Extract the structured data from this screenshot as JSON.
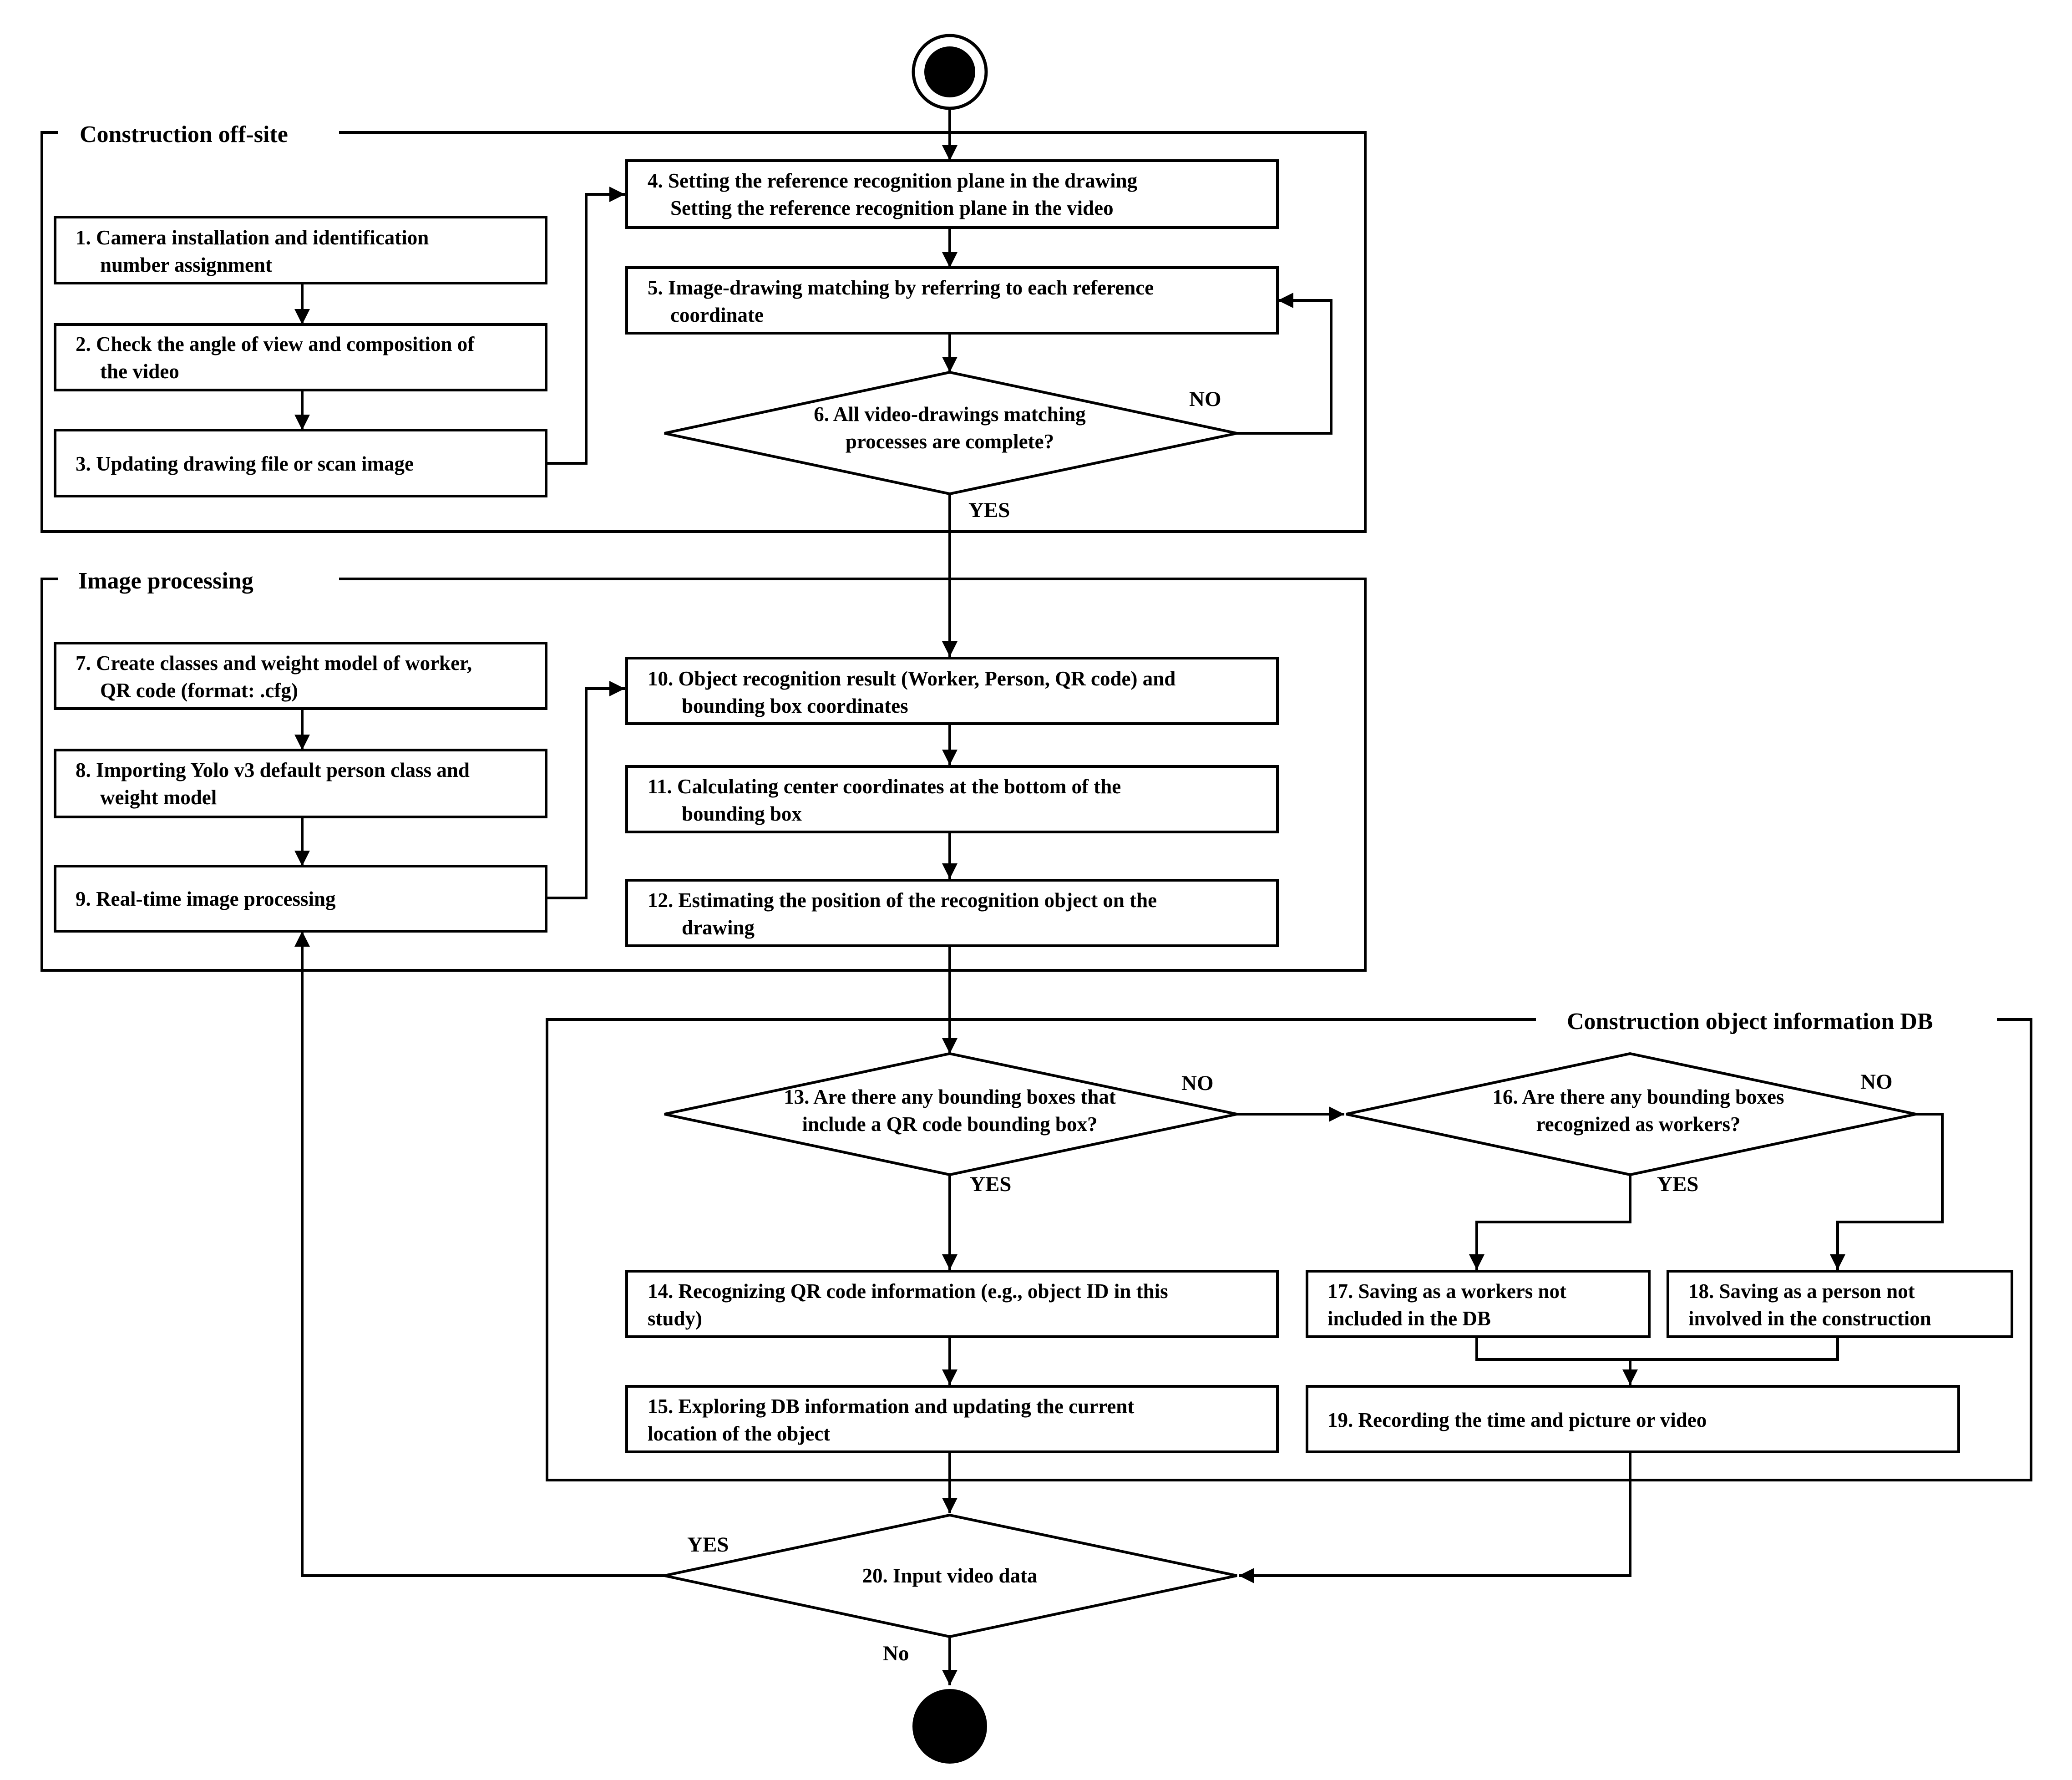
{
  "frames": {
    "offsite": "Construction off-site",
    "image_processing": "Image processing",
    "db": "Construction object information  DB"
  },
  "steps": {
    "s1": [
      "1. Camera installation and identification",
      "number assignment"
    ],
    "s2": [
      "2. Check the angle of view and composition of",
      "the video"
    ],
    "s3": [
      "3. Updating drawing file or scan image"
    ],
    "s4": [
      "4. Setting the reference recognition plane in the drawing",
      "Setting the reference recognition plane in the video"
    ],
    "s5": [
      "5. Image-drawing matching by referring to each reference",
      "coordinate"
    ],
    "s6": [
      "6. All video-drawings matching",
      "processes are complete?"
    ],
    "s7": [
      "7. Create classes and weight model of worker,",
      "QR code (format: .cfg)"
    ],
    "s8": [
      "8. Importing Yolo v3 default person class and",
      "weight model"
    ],
    "s9": [
      "9. Real-time image processing"
    ],
    "s10": [
      "10. Object recognition result (Worker, Person, QR code) and",
      "bounding box coordinates"
    ],
    "s11": [
      "11. Calculating center coordinates at the bottom of the",
      "bounding box"
    ],
    "s12": [
      "12. Estimating the position of the recognition object on the",
      "drawing"
    ],
    "s13": [
      "13. Are there any bounding boxes that",
      "include a QR code bounding box?"
    ],
    "s14": [
      "14. Recognizing QR code information (e.g., object ID in this",
      "study)"
    ],
    "s15": [
      "15. Exploring DB information and updating the current",
      "location of the object"
    ],
    "s16": [
      "16. Are there any bounding boxes",
      "recognized as workers?"
    ],
    "s17": [
      "17. Saving as a workers not",
      "included in the DB"
    ],
    "s18": [
      "18. Saving as a person not",
      "involved in the construction"
    ],
    "s19": [
      "19. Recording the time and picture or video"
    ],
    "s20": [
      "20. Input video data"
    ]
  },
  "edge_labels": {
    "s6_no": "NO",
    "s6_yes": "YES",
    "s13_no": "NO",
    "s13_yes": "YES",
    "s16_no": "NO",
    "s16_yes": "YES",
    "s20_yes": "YES",
    "s20_no": "No"
  }
}
